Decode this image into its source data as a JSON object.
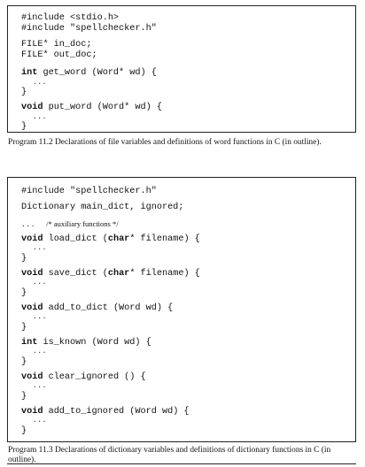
{
  "program_11_2": {
    "lines": [
      {
        "text": "#include <stdio.h>"
      },
      {
        "text": "#include \"spellchecker.h\""
      },
      {
        "text": "FILE* in_doc;"
      },
      {
        "text": "FILE* out_doc;"
      },
      {
        "kw": "int",
        "text": " get_word (Word* wd) {"
      },
      {
        "dots": "..."
      },
      {
        "text": "}"
      },
      {
        "kw": "void",
        "text": " put_word (Word* wd) {"
      },
      {
        "dots": "..."
      },
      {
        "text": "}"
      }
    ],
    "caption": "Program 11.2 Declarations of file variables and definitions of word functions in C (in outline)."
  },
  "program_11_3": {
    "lines": [
      {
        "text": "#include \"spellchecker.h\""
      },
      {
        "text": "Dictionary main_dict, ignored;"
      },
      {
        "dots": "...",
        "comment": "/* auxiliary functions */"
      },
      {
        "kw": "void",
        "text": " load_dict (",
        "kw2": "char",
        "text2": "* filename) {"
      },
      {
        "dots": "..."
      },
      {
        "text": "}"
      },
      {
        "kw": "void",
        "text": " save_dict (",
        "kw2": "char",
        "text2": "* filename) {"
      },
      {
        "dots": "..."
      },
      {
        "text": "}"
      },
      {
        "kw": "void",
        "text": " add_to_dict (Word wd) {"
      },
      {
        "dots": "..."
      },
      {
        "text": "}"
      },
      {
        "kw": "int",
        "text": " is_known (Word wd) {"
      },
      {
        "dots": "..."
      },
      {
        "text": "}"
      },
      {
        "kw": "void",
        "text": " clear_ignored () {"
      },
      {
        "dots": "..."
      },
      {
        "text": "}"
      },
      {
        "kw": "void",
        "text": " add_to_ignored (Word wd) {"
      },
      {
        "dots": "..."
      },
      {
        "text": "}"
      }
    ],
    "caption": "Program 11.3 Declarations of dictionary variables and definitions of dictionary functions in C (in outline)."
  }
}
